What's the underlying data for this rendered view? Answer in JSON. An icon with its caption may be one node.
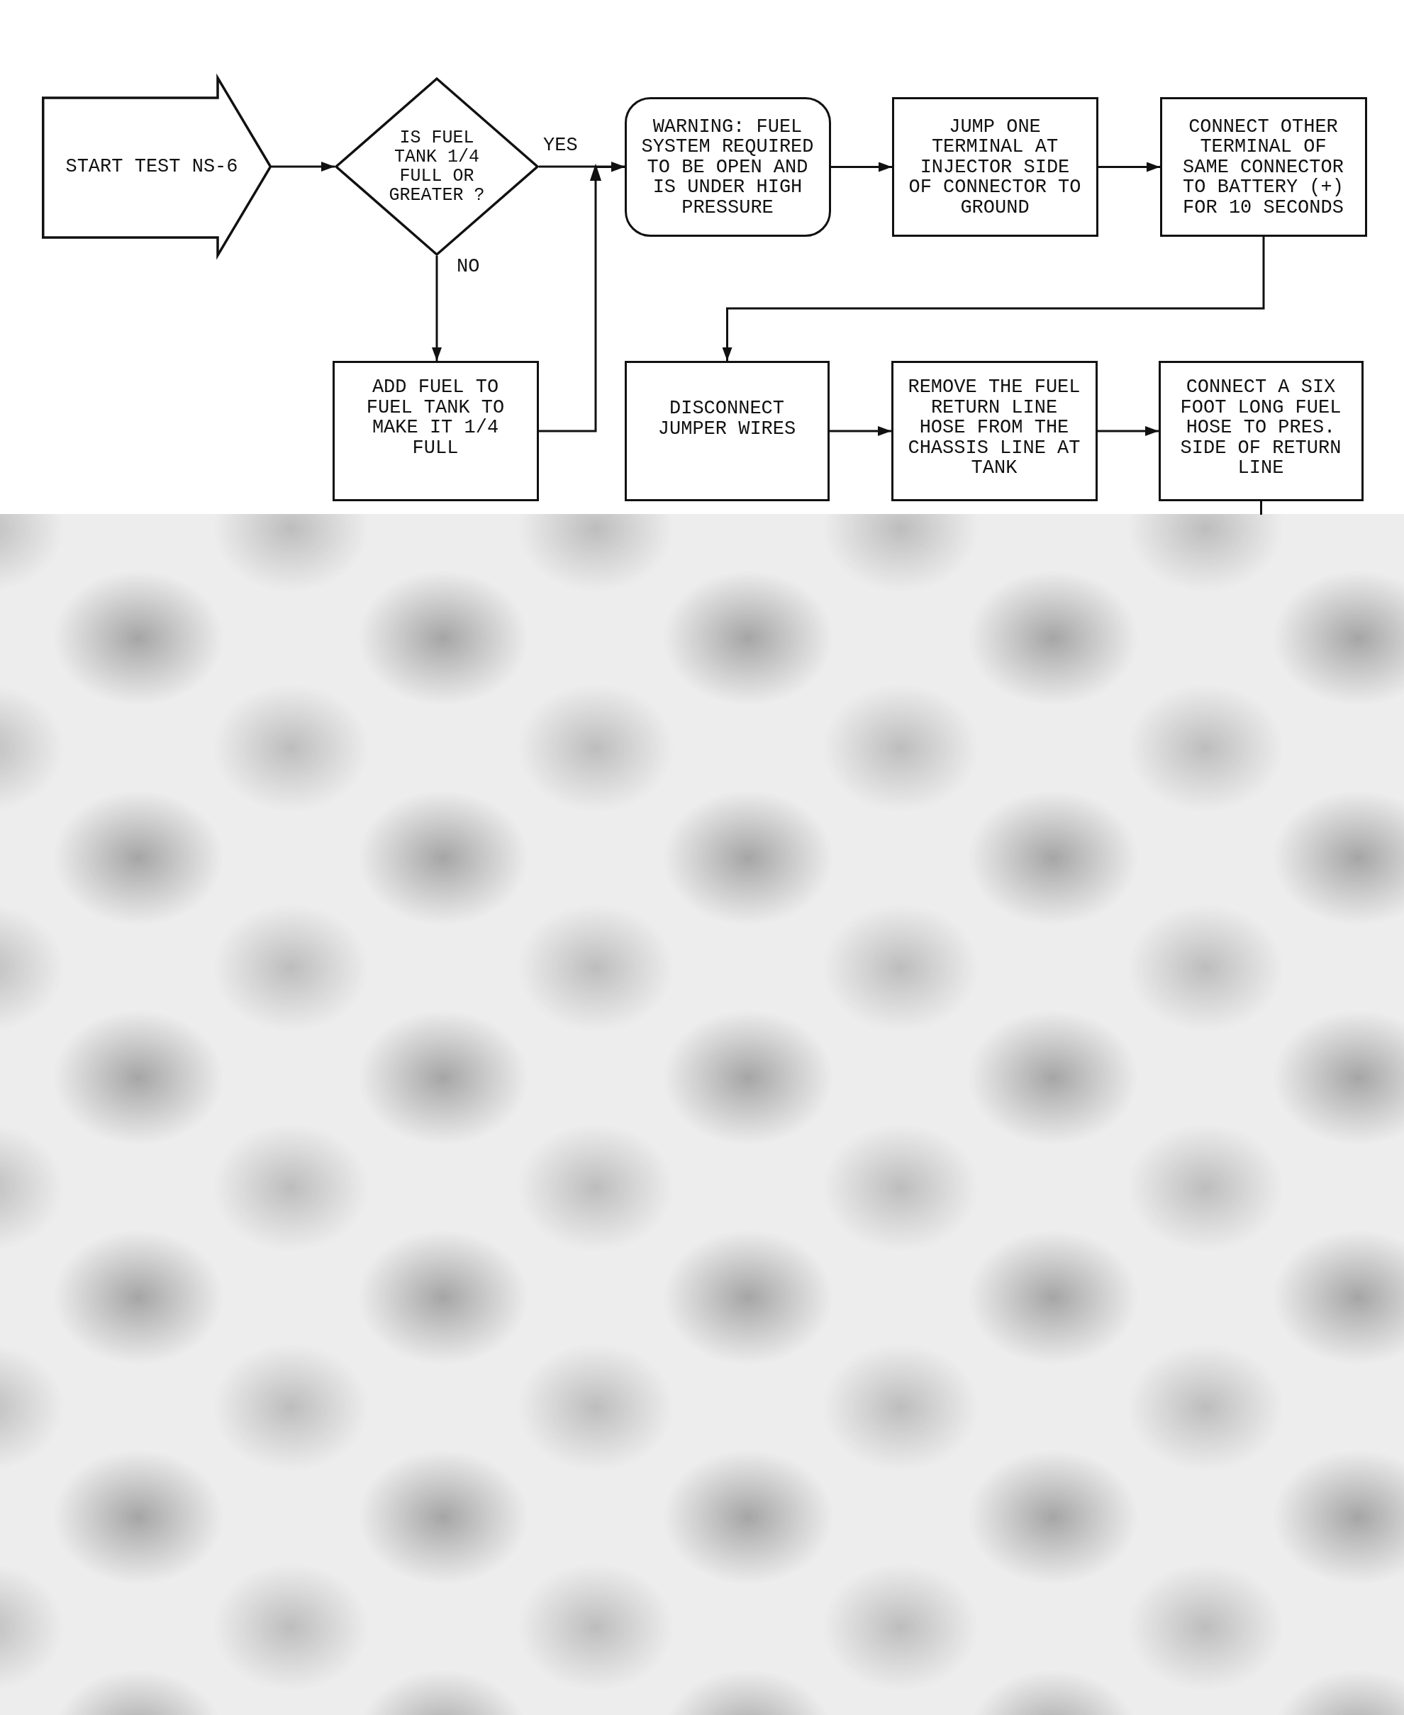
{
  "diagram": {
    "nodes": [
      {
        "text": [
          "START TEST NS-6"
        ]
      },
      {
        "text": [
          "IS FUEL TANK 1/4 FULL OR GREATER ?"
        ]
      },
      {
        "text": [
          "WARNING: FUEL SYSTEM REQUIRED TO BE OPEN AND IS UNDER HIGH PRESSURE"
        ]
      },
      {
        "text": [
          "JUMP ONE TERMINAL AT INJECTOR SIDE OF CONNECTOR TO GROUND"
        ]
      },
      {
        "text": [
          "CONNECT OTHER TERMINAL OF SAME CONNECTOR TO BATTERY (+) FOR 10 SECONDS"
        ]
      },
      {
        "text": [
          "ADD FUEL TO FUEL TANK TO MAKE IT 1/4 FULL"
        ]
      },
      {
        "text": [
          "DISCONNECT JUMPER WIRES"
        ]
      },
      {
        "text": [
          "REMOVE THE FUEL RETURN LINE HOSE FROM THE CHASSIS LINE AT TANK"
        ]
      },
      {
        "text": [
          "CONNECT A SIX FOOT LONG FUEL HOSE TO PRES. SIDE OF RETURN LINE"
        ]
      }
    ],
    "edges": [
      {
        "from": 0,
        "to": 1,
        "arrow": "to"
      },
      {
        "from": 1,
        "to": 2,
        "arrow": "to",
        "label": "YES"
      },
      {
        "from": 1,
        "to": 5,
        "arrow": "to",
        "label": "NO"
      },
      {
        "from": 5,
        "to": 2,
        "arrow": "to"
      },
      {
        "from": 2,
        "to": 3,
        "arrow": "to"
      },
      {
        "from": 3,
        "to": 4,
        "arrow": "to"
      },
      {
        "from": 4,
        "to": 6,
        "arrow": "to"
      },
      {
        "from": 6,
        "to": 7,
        "arrow": "to"
      },
      {
        "from": 7,
        "to": 8,
        "arrow": "to"
      },
      {
        "from": 8,
        "to": null,
        "arrow": "none"
      }
    ]
  }
}
